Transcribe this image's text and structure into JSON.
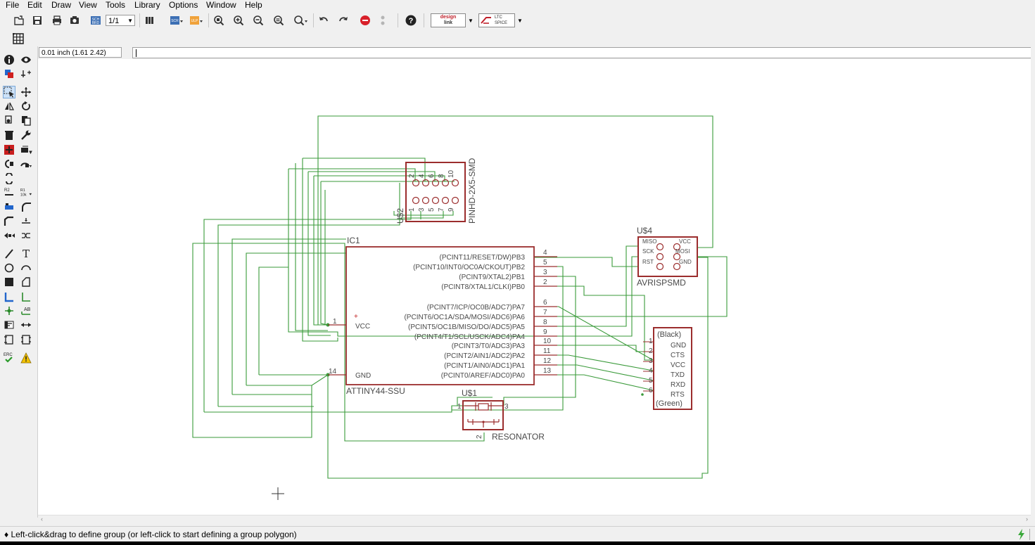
{
  "menu": [
    "File",
    "Edit",
    "Draw",
    "View",
    "Tools",
    "Library",
    "Options",
    "Window",
    "Help"
  ],
  "toolbar": {
    "sheet_value": "1/1",
    "designlink_label_top": "design",
    "designlink_label_bottom": "link",
    "ltspice_label_top": "LTC",
    "ltspice_label_bottom": "SPICE"
  },
  "coordinate_display": "0.01 inch (1.61 2.42)",
  "command_line": "",
  "status": {
    "text": "♦ Left-click&drag to define group (or left-click to start defining a group polygon)"
  },
  "left_tools": {
    "text_tool": "T",
    "erc_label": "ERC",
    "r2_label": "R2",
    "r1_label": "R1",
    "ab_label": "AB",
    "r10_label": "10k"
  },
  "schematic": {
    "ic1": {
      "name": "IC1",
      "value": "ATTINY44-SSU",
      "left_pins": [
        {
          "num": "1",
          "name": "VCC"
        },
        {
          "num": "14",
          "name": "GND"
        }
      ],
      "plus": "+",
      "right_pins": [
        {
          "name": "(PCINT11/RESET/DW)PB3",
          "num": "4"
        },
        {
          "name": "(PCINT10/INT0/OC0A/CKOUT)PB2",
          "num": "5"
        },
        {
          "name": "(PCINT9/XTAL2)PB1",
          "num": "3"
        },
        {
          "name": "(PCINT8/XTAL1/CLKI)PB0",
          "num": "2"
        },
        {
          "name": "(PCINT7/ICP/OC0B/ADC7)PA7",
          "num": "6"
        },
        {
          "name": "(PCINT6/OC1A/SDA/MOSI/ADC6)PA6",
          "num": "7"
        },
        {
          "name": "(PCINT5/OC1B/MISO/DO/ADC5)PA5",
          "num": "8"
        },
        {
          "name": "(PCINT4/T1/SCL/USCK/ADC4)PA4",
          "num": "9"
        },
        {
          "name": "(PCINT3/T0/ADC3)PA3",
          "num": "10"
        },
        {
          "name": "(PCINT2/AIN1/ADC2)PA2",
          "num": "11"
        },
        {
          "name": "(PCINT1/AIN0/ADC1)PA1",
          "num": "12"
        },
        {
          "name": "(PCINT0/AREF/ADC0)PA0",
          "num": "13"
        }
      ]
    },
    "u2": {
      "name": "U$2",
      "value": "PINHD-2X5-SMD",
      "top_pins": [
        "2",
        "4",
        "6",
        "8",
        "10"
      ],
      "bottom_pins": [
        "1",
        "3",
        "5",
        "7",
        "9"
      ]
    },
    "u4": {
      "name": "U$4",
      "value": "AVRISPSMD",
      "left_pins": [
        "MISO",
        "SCK",
        "RST"
      ],
      "right_pins": [
        "VCC",
        "MOSI",
        "GND"
      ]
    },
    "ftdi": {
      "top_label": "(Black)",
      "bottom_label": "(Green)",
      "pins": [
        {
          "num": "1",
          "name": "GND"
        },
        {
          "num": "2",
          "name": "CTS"
        },
        {
          "num": "3",
          "name": "VCC"
        },
        {
          "num": "4",
          "name": "TXD"
        },
        {
          "num": "5",
          "name": "RXD"
        },
        {
          "num": "6",
          "name": "RTS"
        }
      ]
    },
    "u1": {
      "name": "U$1",
      "value": "RESONATOR",
      "pins": [
        "1",
        "3",
        "2"
      ]
    }
  },
  "colors": {
    "wire": "#3a9a3a",
    "part": "#9b2d2d",
    "text": "#4a4a4a",
    "canvas": "#ffffff"
  }
}
